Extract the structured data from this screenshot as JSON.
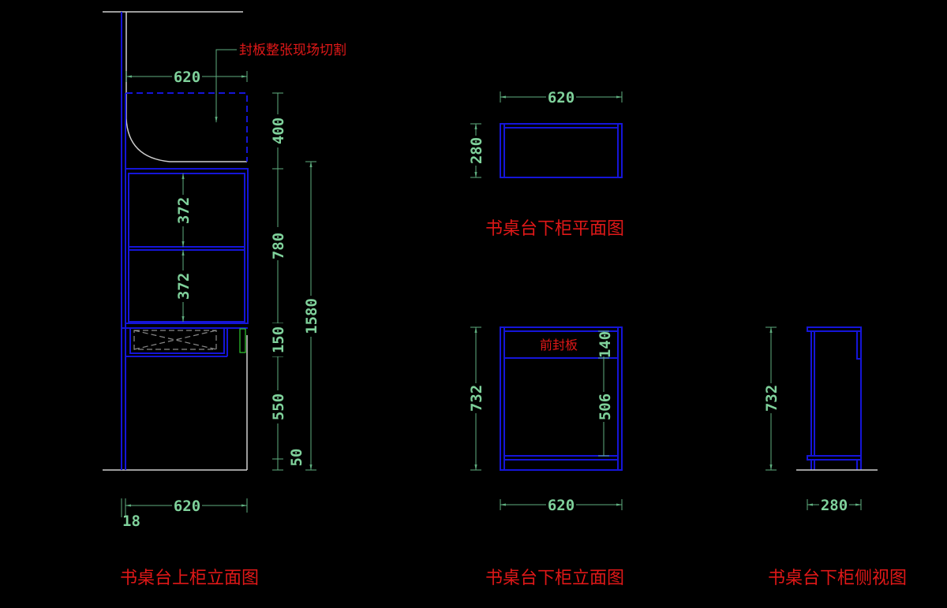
{
  "drawing": {
    "upper_cabinet_elevation": {
      "title": "书桌台上柜立面图",
      "note": "封板整张现场切割",
      "dims": {
        "width_top": "620",
        "width_bottom": "620",
        "panel_thickness": "18",
        "h_top_panel": "400",
        "h_shelf_1": "372",
        "h_shelf_2": "372",
        "h_open_section": "780",
        "h_drawer": "150",
        "h_knee_space": "550",
        "h_base": "50",
        "h_total": "1580"
      }
    },
    "lower_cabinet_plan": {
      "title": "书桌台下柜平面图",
      "dims": {
        "width": "620",
        "depth": "280"
      }
    },
    "lower_cabinet_elevation": {
      "title": "书桌台下柜立面图",
      "label_front_panel": "前封板",
      "dims": {
        "width": "620",
        "height": "732",
        "front_panel": "140",
        "opening": "506"
      }
    },
    "lower_cabinet_side_view": {
      "title": "书桌台下柜侧视图",
      "dims": {
        "height": "732",
        "depth": "280"
      }
    }
  },
  "colors": {
    "background": "#000000",
    "outline": "#1515d8",
    "dimension": "#7fd19b",
    "annotation": "#e01818"
  }
}
